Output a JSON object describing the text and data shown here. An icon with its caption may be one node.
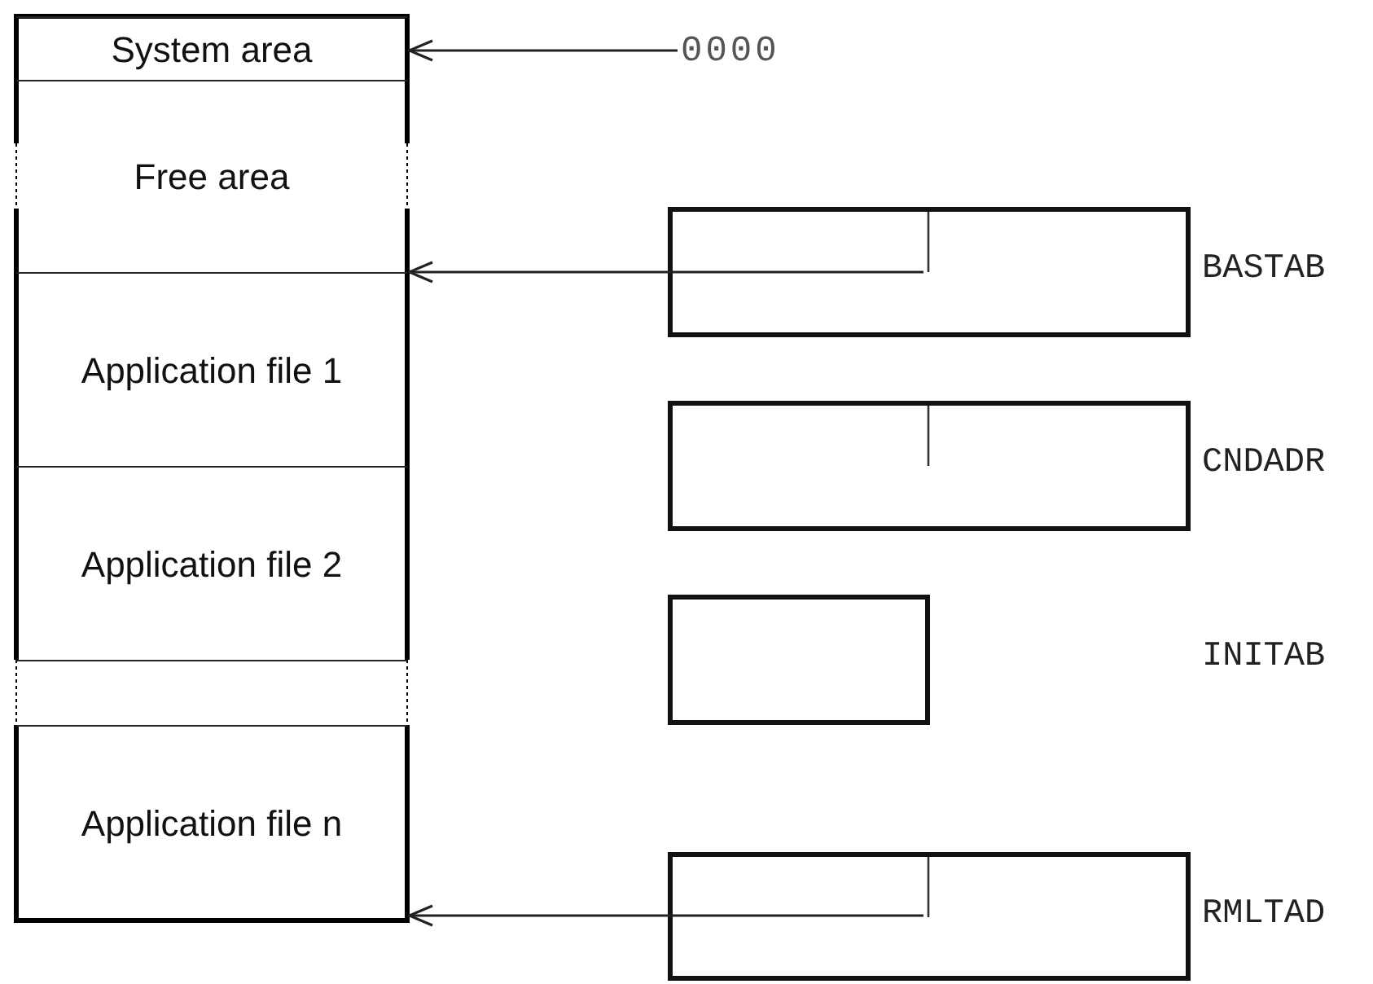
{
  "diagram": {
    "nodes": [
      {
        "text": [
          "System area"
        ]
      },
      {
        "text": [
          "Free area"
        ]
      },
      {
        "text": [
          "Application file 1"
        ]
      },
      {
        "text": [
          "Application file 2"
        ]
      },
      {
        "text": [],
        "shape": "box"
      },
      {
        "text": [
          "Application file n"
        ]
      },
      {
        "text": [
          "0000"
        ]
      },
      {
        "text": [],
        "shape": "box",
        "beside": [
          "BASTAB"
        ]
      },
      {
        "text": [],
        "shape": "box",
        "beside": [
          "CNDADR"
        ]
      },
      {
        "text": [],
        "shape": "box"
      },
      {
        "text": [],
        "shape": "box",
        "beside": [
          "RMLTAD"
        ]
      }
    ],
    "edges": [
      {
        "from": 6,
        "to": 0,
        "arrow": "to"
      },
      {
        "from": 7,
        "to": 2,
        "arrow": "to"
      },
      {
        "from": 10,
        "to": 5,
        "arrow": "to"
      }
    ],
    "labels": [
      "INITAB"
    ]
  }
}
